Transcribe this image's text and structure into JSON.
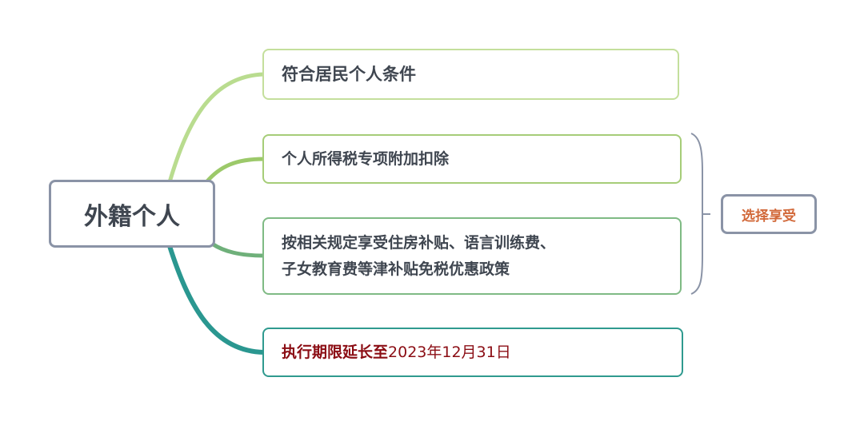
{
  "diagram": {
    "type": "mind-map",
    "root": {
      "label": "外籍个人",
      "border_color": "#8a93a6",
      "text_color": "#3f4650"
    },
    "branches": [
      {
        "label": "符合居民个人条件",
        "line_color": "#b9dc8f"
      },
      {
        "label": "个人所得税专项附加扣除",
        "line_color": "#9cc96a"
      },
      {
        "label": "按相关规定享受住房补贴、语言训练费、\n子女教育费等津补贴免税优惠政策",
        "line_color": "#6fb07a"
      },
      {
        "label_prefix": "执行期限延长至",
        "label_date": "2023年12月31日",
        "text_color": "#8b0d14",
        "line_color": "#2a9790"
      }
    ],
    "summary": {
      "label": "选择享受",
      "covers_branches": [
        2,
        3
      ],
      "text_color": "#d2693a",
      "border_color": "#8a93a6"
    }
  }
}
